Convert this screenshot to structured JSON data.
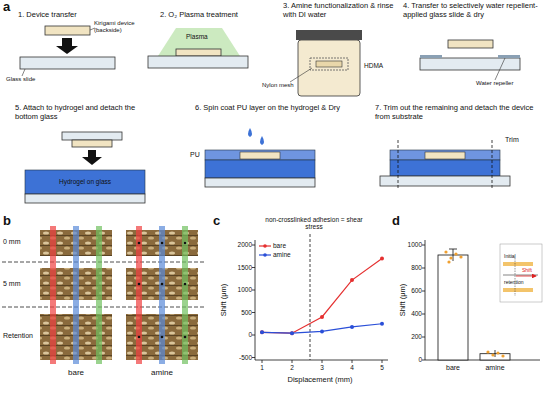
{
  "diagram": {
    "labels": [
      "a",
      "1. Device transfer",
      "2. O₂ Plasma treatment",
      "3. Amine functionalization & rinse with DI water",
      "4. Transfer to selectively water repellent-applied glass slide & dry",
      "Kirigami device (backside)",
      "Glass slide",
      "Plasma",
      "Nylon mesh",
      "HDMA",
      "Water repeller",
      "5. Attach to hydrogel and detach the bottom glass",
      "6. Spin coat PU layer on the hydrogel & Dry",
      "7. Trim out the remaining and detach the device from substrate",
      "Hydrogel on glass",
      "PU",
      "Trim",
      "b",
      "0 mm",
      "5 mm",
      "Retention",
      "bare",
      "amine",
      "c",
      "non-crosslinked adhesion = shear stress",
      "Shift (μm)",
      "2000",
      "1500",
      "1000",
      "500",
      "0",
      "-500",
      "1",
      "2",
      "3",
      "4",
      "5",
      "Displacement (mm)",
      "d",
      "Shift (μm)",
      "1000",
      "800",
      "600",
      "400",
      "200",
      "0",
      "bare",
      "amine",
      "Initial",
      "retention",
      "Shift"
    ],
    "legend": [
      {
        "text": "bare"
      },
      {
        "text": "amine"
      }
    ]
  }
}
